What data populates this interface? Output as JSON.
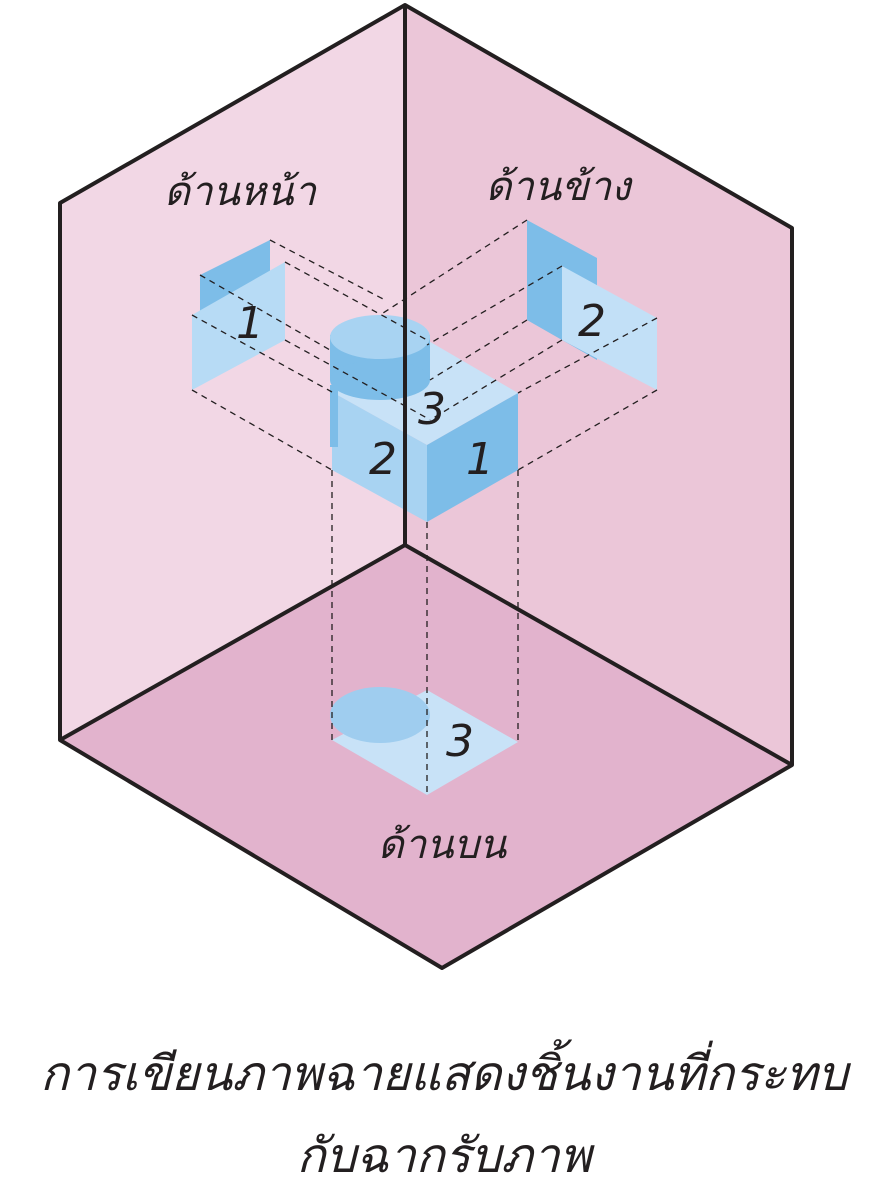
{
  "planes": {
    "front_label": "ด้านหน้า",
    "side_label": "ด้านข้าง",
    "top_label": "ด้านบน"
  },
  "faces": {
    "cube_top": "3",
    "cube_left": "2",
    "cube_right": "1",
    "front_view": "1",
    "side_view": "2",
    "top_view": "3"
  },
  "caption": {
    "line1": "การเขียนภาพฉายแสดงชิ้นงานที่กระทบ",
    "line2": "กับฉากรับภาพ"
  },
  "colors": {
    "wall_left": "#f2d7e5",
    "wall_right": "#ebc6d8",
    "floor": "#e2b3cd",
    "object_light": "#c8e2f7",
    "object_mid": "#a8d3f2",
    "object_dark": "#7dbde8",
    "outline": "#231f20"
  }
}
